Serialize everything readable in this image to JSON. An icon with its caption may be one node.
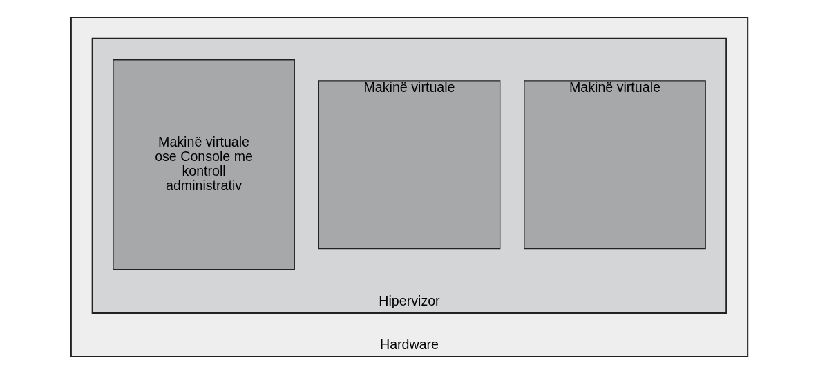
{
  "diagram": {
    "nodes": [
      {
        "text": [
          "Hardware"
        ]
      },
      {
        "text": [
          "Hipervizor"
        ],
        "in": 0
      },
      {
        "text": [
          "Makinë virtuale ose Console me kontroll administrativ"
        ],
        "in": 1
      },
      {
        "text": [
          "Makinë virtuale"
        ],
        "in": 1
      },
      {
        "text": [
          "Makinë virtuale"
        ],
        "in": 1
      }
    ]
  }
}
